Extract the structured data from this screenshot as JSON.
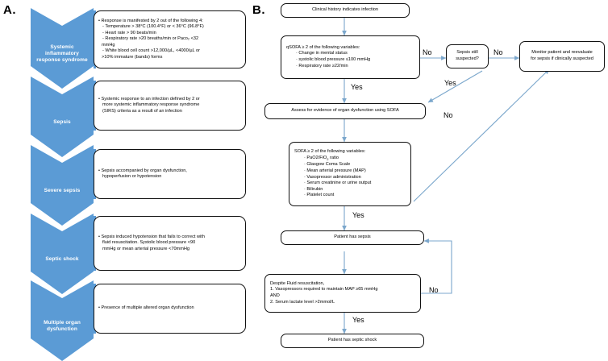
{
  "panels": {
    "a": {
      "letter": "A.",
      "stages": [
        {
          "name": "Systemic inflammatory response syndrome",
          "label_lines": [
            "Systemic",
            "inflammatory",
            "response syndrome"
          ],
          "description_lines": [
            {
              "type": "bullet",
              "text": "Response is manifested by 2 out of the following 4:"
            },
            {
              "type": "sub",
              "text": "- Temperature > 38°C (100.4°F) or < 36°C (96.8°F)"
            },
            {
              "type": "sub",
              "text": "- Heart rate > 90 beats/min"
            },
            {
              "type": "sub",
              "text": "- Respiratory rate >20  breaths/min or Paco₂ <32"
            },
            {
              "type": "plain",
              "text": "mmHg"
            },
            {
              "type": "sub",
              "text": "- White blood cell count >12,000/µL, <4000/µL or"
            },
            {
              "type": "plain",
              "text": ">10% immature (bands) forms"
            }
          ]
        },
        {
          "name": "Sepsis",
          "label_lines": [
            "Sepsis"
          ],
          "description_lines": [
            {
              "type": "bullet",
              "text": "Systemic response to an infection defined by 2 or"
            },
            {
              "type": "cont",
              "text": "more systemic inflammatory response syndrome"
            },
            {
              "type": "cont",
              "text": "(SIRS) criteria as a result of an infection"
            }
          ]
        },
        {
          "name": "Severe sepsis",
          "label_lines": [
            "Severe sepsis"
          ],
          "description_lines": [
            {
              "type": "bullet",
              "text": "Sepsis accompanied by organ dysfunction,"
            },
            {
              "type": "cont",
              "text": "hypoperfusion or hypotension"
            }
          ]
        },
        {
          "name": "Septic shock",
          "label_lines": [
            "Septic shock"
          ],
          "description_lines": [
            {
              "type": "bullet",
              "text": "Sepsis induced hypotension that fails to correct with"
            },
            {
              "type": "cont",
              "text": "fluid resuscitation. Systolic blood pressure <90"
            },
            {
              "type": "cont",
              "text": "mmHg or mean arterial pressure <70mmHg"
            }
          ]
        },
        {
          "name": "Multiple organ dysfunction",
          "label_lines": [
            "Multiple organ",
            "dysfunction"
          ],
          "description_lines": [
            {
              "type": "bullet",
              "text": "Presence of multiple altered organ dysfunction"
            }
          ]
        }
      ]
    },
    "b": {
      "letter": "B.",
      "nodes": {
        "clinical_history": "Clinical history indicates infection",
        "qsofa_heading": "qSOFA ≥ 2 of the following variables:",
        "qsofa_items": [
          "Change in mental status",
          "systolic blood pressure ≤100 mmHg",
          "Respiratory rate ≥22/min"
        ],
        "sepsis_still_suspected_lines": [
          "Sepsis still",
          "suspected?"
        ],
        "monitor_lines": [
          "Monitor patient and reevaluate",
          "for sepsis if clinically suspected"
        ],
        "assess_sofa": "Assess for evidence of organ dysfunction using SOFA",
        "sofa_heading": "SOFA ≥ 2 of the following variables:",
        "sofa_items": [
          "PaO2/FiO₂ ratio",
          "Glasgow Coma Scale",
          "Mean arterial pressure (MAP)",
          "Vasopressor administration",
          "Serum creatinine or urine output",
          "Bilirubin",
          "Platelet count"
        ],
        "patient_has_sepsis": "Patient has sepsis",
        "despite_fluid_lines": [
          "Despite Fluid resuscitation,",
          "1. Vasopressors required to maintain MAP ≥65 mmHg",
          "AND",
          "2. Serum  lactate level >2mmol/L"
        ],
        "patient_has_septic_shock": "Patient  has septic shock"
      },
      "edge_labels": {
        "qsofa_no": "No",
        "qsofa_yes": "Yes",
        "suspected_no": "No",
        "suspected_yes": "Yes",
        "sofa_no": "No",
        "sofa_yes": "Yes",
        "fluid_no": "No",
        "fluid_yes": "Yes"
      }
    }
  },
  "colors": {
    "chevron_blue": "#5B9BD5",
    "arrow_blue": "#7BA7CC",
    "box_border": "#111111",
    "text": "#000000"
  }
}
